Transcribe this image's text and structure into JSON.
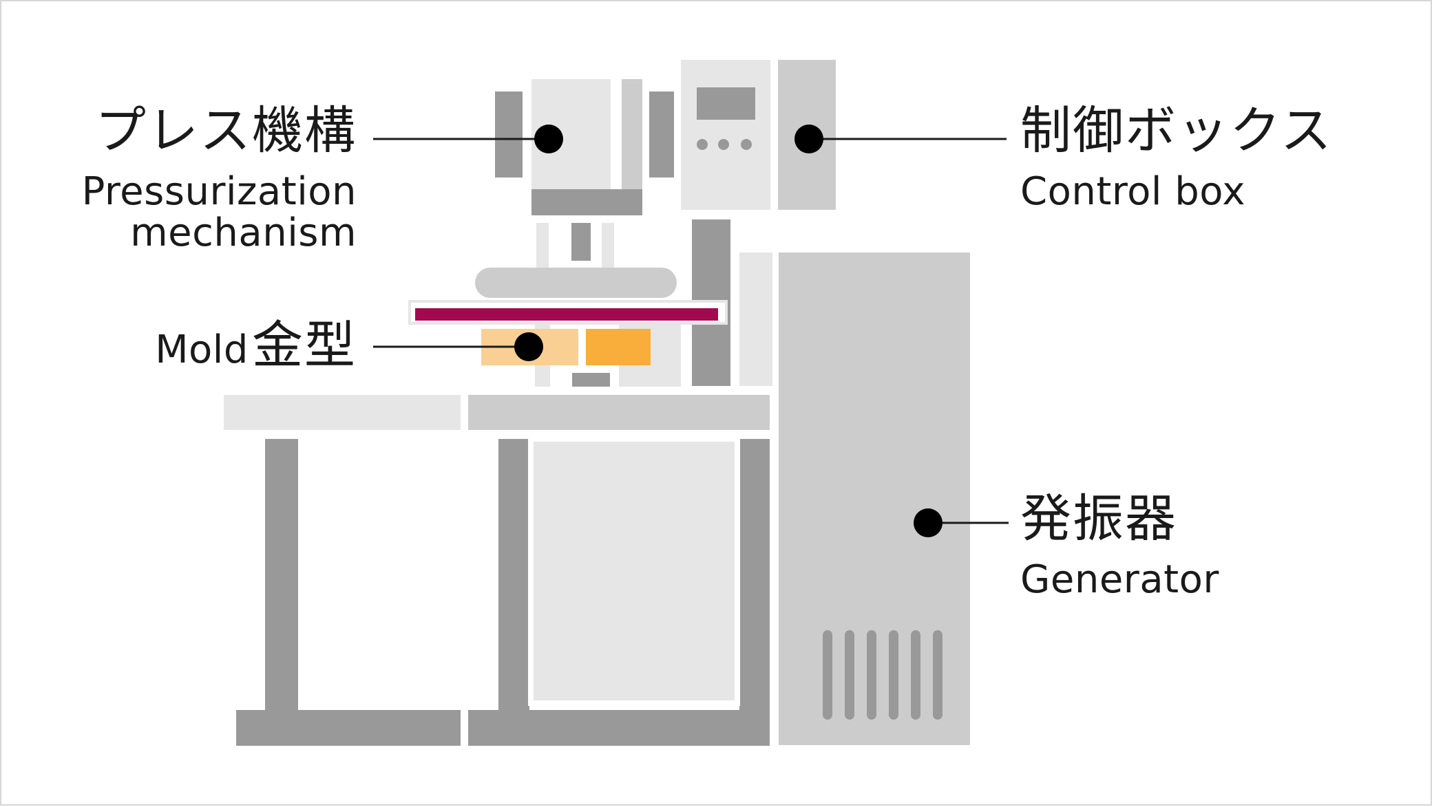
{
  "labels": {
    "press": {
      "jp": "プレス機構",
      "en_line1": "Pressurization",
      "en_line2": "mechanism"
    },
    "control": {
      "jp": "制御ボックス",
      "en": "Control box"
    },
    "mold": {
      "en": "Mold",
      "jp": "金型"
    },
    "generator": {
      "jp": "発振器",
      "en": "Generator"
    }
  },
  "colors": {
    "light_gray": "#e6e6e6",
    "mid_gray": "#cccccc",
    "dark_gray": "#999999",
    "accent_crimson": "#a3094e",
    "mold_light": "#f9cf93",
    "mold_orange": "#f9ae3c",
    "leader": "#1a1a1a"
  }
}
